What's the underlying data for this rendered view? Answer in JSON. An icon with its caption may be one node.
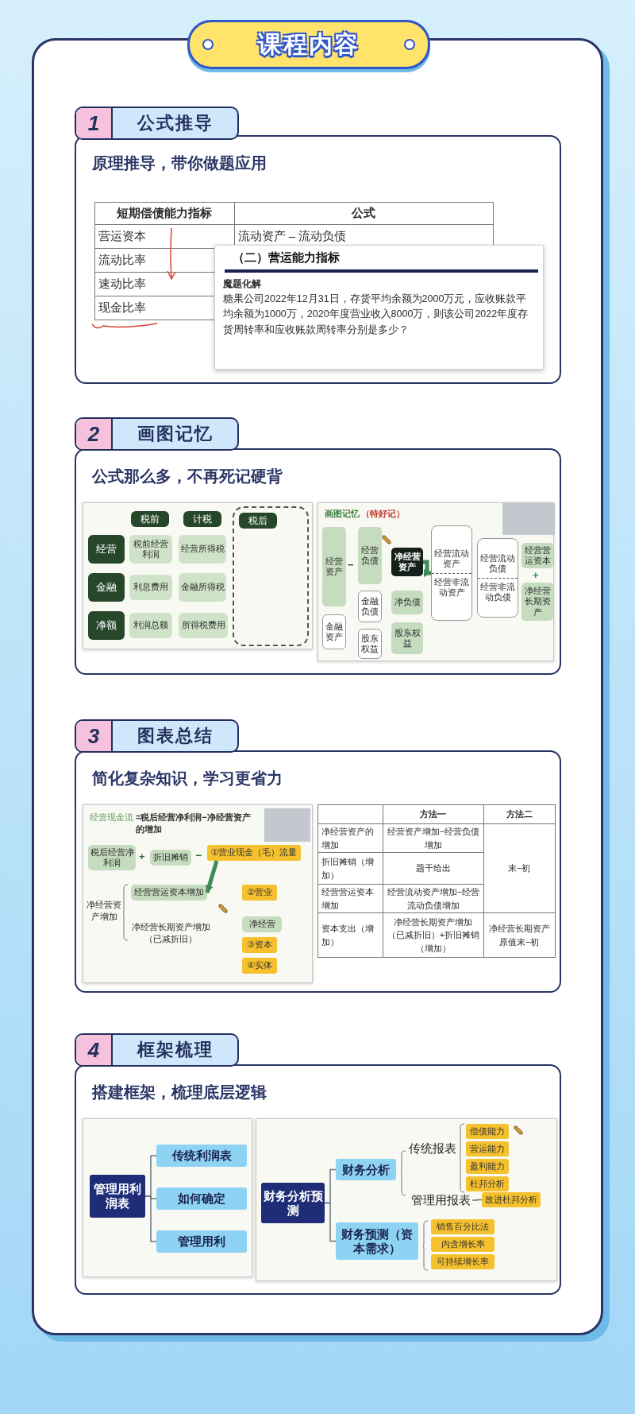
{
  "diagram": {
    "nodes": [
      {
        "text": [
          "课程内容"
        ]
      },
      {
        "text": [
          "1",
          "公式推导"
        ]
      },
      {
        "text": [
          "原理推导，带你做题应用"
        ]
      },
      {
        "text": [
          "（二）营运能力指标",
          "魔题化解",
          "糖果公司2022年12月31日，存货平均余额为2000万元，应收账款平均余额为1000万，2020年度营业收入8000万，则该公司2022年度存货周转率和应收账款周转率分别是多少？"
        ],
        "in": 2
      },
      {
        "text": [
          "2",
          "画图记忆"
        ]
      },
      {
        "text": [
          "公式那么多，不再死记硬背"
        ]
      },
      {
        "text": [],
        "shape": "box",
        "in": 5
      },
      {
        "text": [
          "税前"
        ],
        "in": 6
      },
      {
        "text": [
          "计税"
        ],
        "in": 6
      },
      {
        "text": [],
        "shape": "box",
        "in": 6
      },
      {
        "text": [
          "税后"
        ],
        "in": 9
      },
      {
        "text": [
          "经营"
        ],
        "in": 6
      },
      {
        "text": [
          "税前经营利润"
        ],
        "in": 6
      },
      {
        "text": [
          "经营所得税"
        ],
        "in": 6
      },
      {
        "text": [
          "金融"
        ],
        "in": 6
      },
      {
        "text": [
          "利息费用"
        ],
        "in": 6
      },
      {
        "text": [
          "金融所得税"
        ],
        "in": 6
      },
      {
        "text": [
          "净额"
        ],
        "in": 6
      },
      {
        "text": [
          "利润总额"
        ],
        "in": 6
      },
      {
        "text": [
          "所得税费用"
        ],
        "in": 6
      },
      {
        "text": [],
        "shape": "box",
        "in": 5
      },
      {
        "text": [
          "经营资产"
        ],
        "in": 20
      },
      {
        "text": [
          "经营负债"
        ],
        "in": 20
      },
      {
        "text": [
          "净经营资产"
        ],
        "in": 20
      },
      {
        "text": [
          "金融负债"
        ],
        "in": 20
      },
      {
        "text": [
          "净负债"
        ],
        "in": 20
      },
      {
        "text": [
          "金融资产"
        ],
        "in": 20
      },
      {
        "text": [
          "股东权益"
        ],
        "in": 20
      },
      {
        "text": [
          "股东权益"
        ],
        "in": 20
      },
      {
        "text": [
          "经营流动资产",
          "经营非流动资产"
        ],
        "in": 20
      },
      {
        "text": [
          "经营流动负债",
          "经营非流动负债"
        ],
        "in": 20
      },
      {
        "text": [
          "经营营运资本"
        ],
        "in": 20
      },
      {
        "text": [
          "净经营长期资产"
        ],
        "in": 20
      },
      {
        "text": [
          "3",
          "图表总结"
        ]
      },
      {
        "text": [
          "简化复杂知识，学习更省力"
        ]
      },
      {
        "text": [],
        "shape": "box",
        "in": 34
      },
      {
        "text": [
          "税后经营净利润"
        ],
        "in": 35
      },
      {
        "text": [
          "折旧摊销"
        ],
        "in": 35
      },
      {
        "text": [
          "①营业现金（毛）流量"
        ],
        "in": 35
      },
      {
        "text": [
          "经营营运资本增加"
        ],
        "in": 35
      },
      {
        "text": [
          "②营业"
        ],
        "in": 35
      },
      {
        "text": [
          "净经营"
        ],
        "in": 35
      },
      {
        "text": [
          "③资本"
        ],
        "in": 35
      },
      {
        "text": [
          "④实体"
        ],
        "in": 35
      },
      {
        "text": [
          "4",
          "框架梳理"
        ]
      },
      {
        "text": [
          "搭建框架，梳理底层逻辑"
        ]
      },
      {
        "text": [],
        "shape": "box",
        "in": 45
      },
      {
        "text": [
          "管理用利润表"
        ],
        "in": 46
      },
      {
        "text": [
          "传统利润表"
        ],
        "in": 46
      },
      {
        "text": [
          "如何确定"
        ],
        "in": 46
      },
      {
        "text": [
          "管理用利"
        ],
        "in": 46
      },
      {
        "text": [],
        "shape": "box",
        "in": 45
      },
      {
        "text": [
          "财务分析预测"
        ],
        "in": 51
      },
      {
        "text": [
          "财务分析"
        ],
        "in": 51
      },
      {
        "text": [
          "管理用报表"
        ],
        "in": 51
      },
      {
        "text": [
          "偿债能力"
        ],
        "in": 51
      },
      {
        "text": [
          "营运能力"
        ],
        "in": 51
      },
      {
        "text": [
          "盈利能力"
        ],
        "in": 51
      },
      {
        "text": [
          "杜邦分析"
        ],
        "in": 51
      },
      {
        "text": [
          "改进杜邦分析"
        ],
        "in": 51
      },
      {
        "text": [
          "财务预测（资本需求）"
        ],
        "in": 51
      },
      {
        "text": [
          "销售百分比法"
        ],
        "in": 51
      },
      {
        "text": [
          "内含增长率"
        ],
        "in": 51
      },
      {
        "text": [
          "可持续增长率"
        ],
        "in": 51
      }
    ],
    "edges": [
      {
        "from": 23,
        "to": 29,
        "arrow": "to",
        "style": "thick",
        "color": "#3f8a55"
      },
      {
        "from": 38,
        "to": 39,
        "arrow": "to",
        "style": "thick",
        "color": "#3f8a55"
      },
      {
        "from": 47,
        "to": 48,
        "arrow": "none"
      },
      {
        "from": 47,
        "to": 49,
        "arrow": "none"
      },
      {
        "from": 47,
        "to": 50,
        "arrow": "none"
      },
      {
        "from": 52,
        "to": 53,
        "arrow": "none"
      },
      {
        "from": 52,
        "to": 60,
        "arrow": "none"
      },
      {
        "from": 54,
        "to": 59,
        "arrow": "none"
      }
    ],
    "labels": [
      "短期偿债能力指标",
      "公式",
      "营运资本",
      "流动资产 – 流动负债",
      "流动比率",
      "速动比率",
      "现金比率",
      "画图记忆",
      "（特好记）",
      "−",
      "+",
      "经营现金流",
      "=税后经营净利润−净经营资产的增加",
      "+",
      "−",
      "净经营资产增加",
      "净经营长期资产增加（已减折旧）",
      "方法一",
      "方法二",
      "净经营资产的增加",
      "经营资产增加−经营负债增加",
      "折旧摊销（增加）",
      "题干给出",
      "末−初",
      "经营营运资本增加",
      "经营流动资产增加−经营流动负债增加",
      "资本支出（增加）",
      "净经营长期资产增加（已减折旧）+折旧摊销（增加）",
      "净经营长期资产原值末−初",
      "传统报表"
    ]
  }
}
